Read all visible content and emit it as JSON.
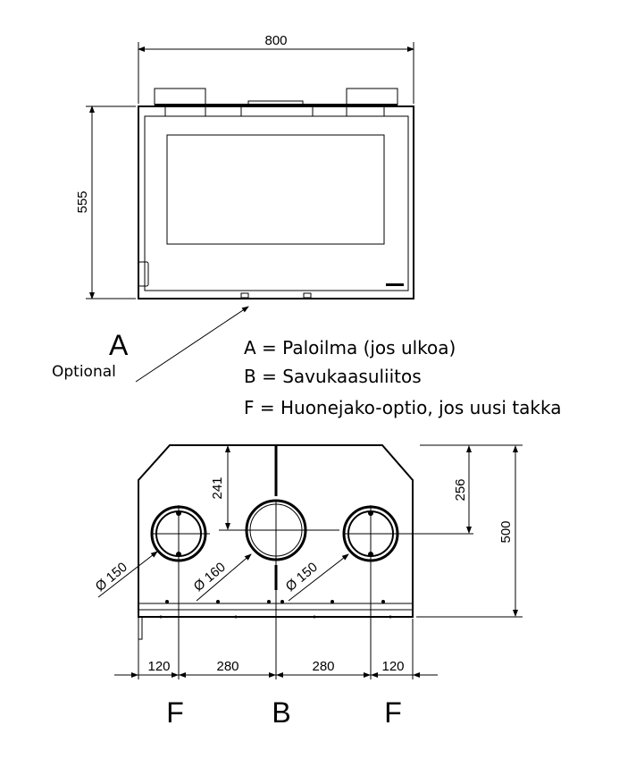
{
  "top_view": {
    "width_label": "800",
    "height_label": "555"
  },
  "callout": {
    "letter": "A",
    "note": "Optional"
  },
  "legend": [
    "A = Paloilma (jos ulkoa)",
    "B = Savukaasuliitos",
    "F = Huonejako-optio, jos uusi takka"
  ],
  "bottom_view": {
    "dim_left_height": "241",
    "dim_right_height": "256",
    "dim_depth": "500",
    "diameters": [
      "Ø 150",
      "Ø 160",
      "Ø 150"
    ],
    "spacings": [
      "120",
      "280",
      "280",
      "120"
    ],
    "port_labels": [
      "F",
      "B",
      "F"
    ]
  }
}
